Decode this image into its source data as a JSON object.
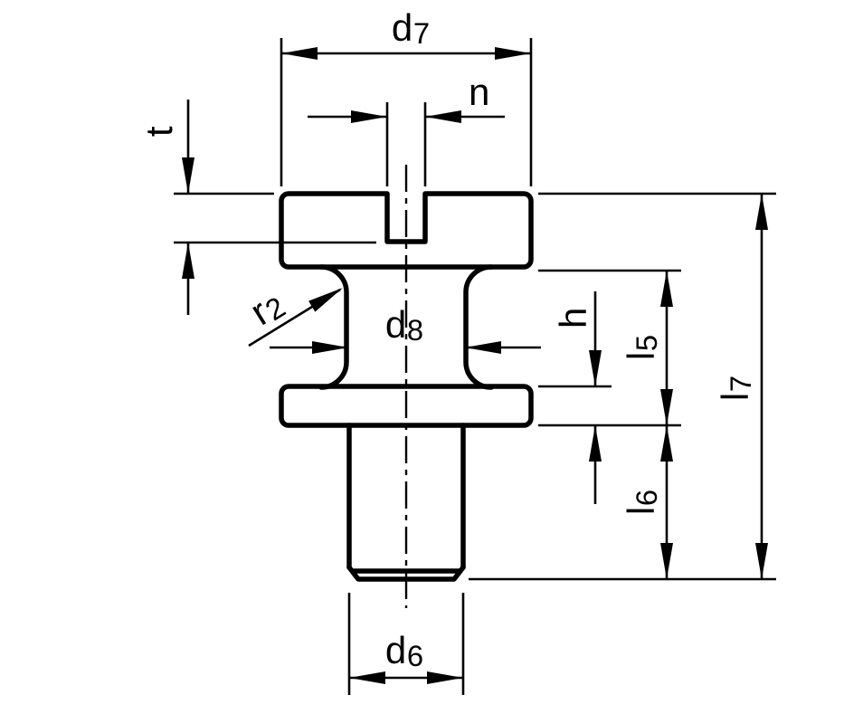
{
  "drawing": {
    "background": "#ffffff",
    "line_color": "#000000",
    "part": "slotted-captive-screw-side-view",
    "labels": {
      "d7": {
        "main": "d",
        "sub": "7"
      },
      "n": {
        "main": "n",
        "sub": ""
      },
      "t": {
        "main": "t",
        "sub": ""
      },
      "r2": {
        "main": "r",
        "sub": "2"
      },
      "d8": {
        "main": "d",
        "sub": "8"
      },
      "h": {
        "main": "h",
        "sub": ""
      },
      "l5": {
        "main": "l",
        "sub": "5"
      },
      "l6": {
        "main": "l",
        "sub": "6"
      },
      "l7": {
        "main": "l",
        "sub": "7"
      },
      "d6": {
        "main": "d",
        "sub": "6"
      }
    }
  }
}
